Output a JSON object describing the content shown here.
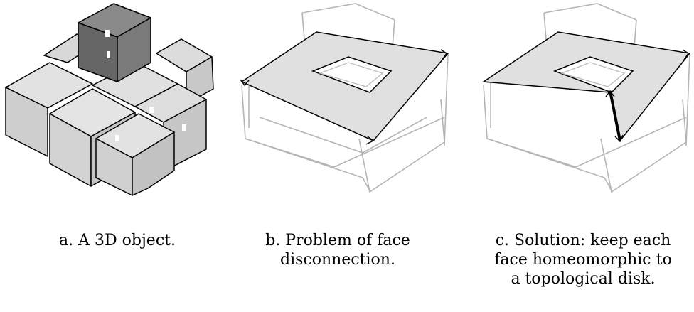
{
  "captions": {
    "a": "a. A 3D object.",
    "b": "b. Problem of face\ndisconnection.",
    "c": "c. Solution: keep each\nface homeomorphic to\na topological disk."
  },
  "colors": {
    "face_fill": "#e0e0e0",
    "dark_cube": "#6e6e6e",
    "outline": "#000000",
    "wireframe": "#b8b8b8",
    "highlight_edge": "#000000"
  }
}
